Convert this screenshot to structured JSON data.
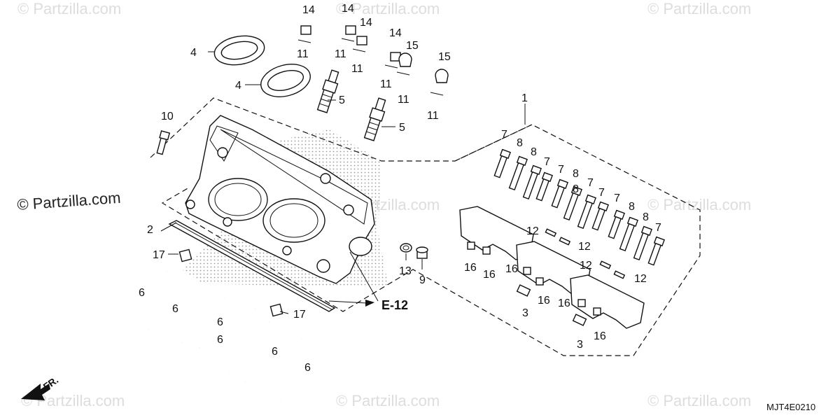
{
  "watermarks": [
    "© Partzilla.com",
    "© Partzilla.com",
    "© Partzilla.com",
    "© Partzilla.com",
    "© Partzilla.com",
    "© Partzilla.com",
    "© Partzilla.com",
    "© Partzilla.com",
    "© Partzilla.com"
  ],
  "main_watermark": "© Partzilla.com",
  "diagram_code": "MJT4E0210",
  "reference": "E-12",
  "direction_label": "FR.",
  "callouts": [
    "1",
    "2",
    "3",
    "3",
    "4",
    "4",
    "5",
    "5",
    "6",
    "6",
    "6",
    "6",
    "6",
    "6",
    "7",
    "7",
    "7",
    "7",
    "7",
    "7",
    "7",
    "8",
    "8",
    "8",
    "8",
    "8",
    "8",
    "9",
    "10",
    "11",
    "11",
    "11",
    "11",
    "11",
    "11",
    "12",
    "12",
    "12",
    "12",
    "13",
    "14",
    "14",
    "14",
    "14",
    "15",
    "15",
    "16",
    "16",
    "16",
    "16",
    "16",
    "16",
    "17",
    "17"
  ]
}
